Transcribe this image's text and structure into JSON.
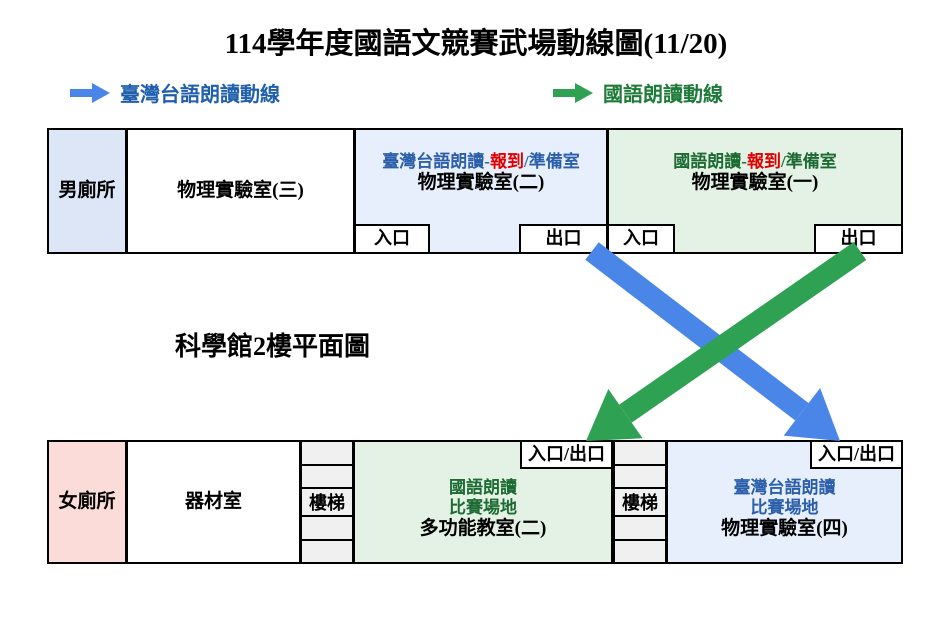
{
  "page": {
    "title": "114學年度國語文競賽武場動線圖(11/20)",
    "subtitle": "科學館2樓平面圖"
  },
  "legend": {
    "items": [
      {
        "label": "臺灣台語朗讀動線",
        "color": "#4a86e8",
        "icon": "right-arrow-icon"
      },
      {
        "label": "國語朗讀動線",
        "color": "#2fa153",
        "icon": "right-arrow-icon"
      }
    ]
  },
  "floor_upper": {
    "rooms": [
      {
        "name": "男廁所",
        "fill": "#dce6f7"
      },
      {
        "name": "物理實驗室(三)",
        "fill": "#ffffff"
      },
      {
        "header_a": "臺灣台語朗讀-",
        "header_b": "報到",
        "header_c": "/準備室",
        "name": "物理實驗室(二)",
        "fill": "#e8effc",
        "header_color": "#2b5faa"
      },
      {
        "header_a": "國語朗讀-",
        "header_b": "報到",
        "header_c": "/準備室",
        "name": "物理實驗室(一)",
        "fill": "#e3f2e5",
        "header_color": "#1d6b33"
      }
    ],
    "doors": [
      {
        "label": "入口",
        "belongs_to": "物理實驗室(二)"
      },
      {
        "label": "出口",
        "belongs_to": "物理實驗室(二)"
      },
      {
        "label": "入口",
        "belongs_to": "物理實驗室(一)"
      },
      {
        "label": "出口",
        "belongs_to": "物理實驗室(一)"
      }
    ]
  },
  "floor_lower": {
    "rooms": [
      {
        "name": "女廁所",
        "fill": "#fbdcd8"
      },
      {
        "name": "器材室",
        "fill": "#ffffff"
      },
      {
        "header_a": "國語朗讀",
        "header_b": "比賽場地",
        "name": "多功能教室(二)",
        "fill": "#e3f2e5",
        "header_color": "#1d6b33"
      },
      {
        "header_a": "臺灣台語朗讀",
        "header_b": "比賽場地",
        "name": "物理實驗室(四)",
        "fill": "#e8effc",
        "header_color": "#2b5faa"
      }
    ],
    "stairs": [
      {
        "label": "樓梯"
      },
      {
        "label": "樓梯"
      }
    ],
    "doors": [
      {
        "label": "入口/出口",
        "belongs_to": "多功能教室(二)"
      },
      {
        "label": "入口/出口",
        "belongs_to": "物理實驗室(四)"
      }
    ]
  },
  "routes": [
    {
      "name": "臺灣台語朗讀動線",
      "color": "#4a86e8",
      "from": "物理實驗室(二) 出口",
      "to": "物理實驗室(四) 入口/出口"
    },
    {
      "name": "國語朗讀動線",
      "color": "#2fa153",
      "from": "物理實驗室(一) 出口",
      "to": "多功能教室(二) 入口/出口"
    }
  ]
}
